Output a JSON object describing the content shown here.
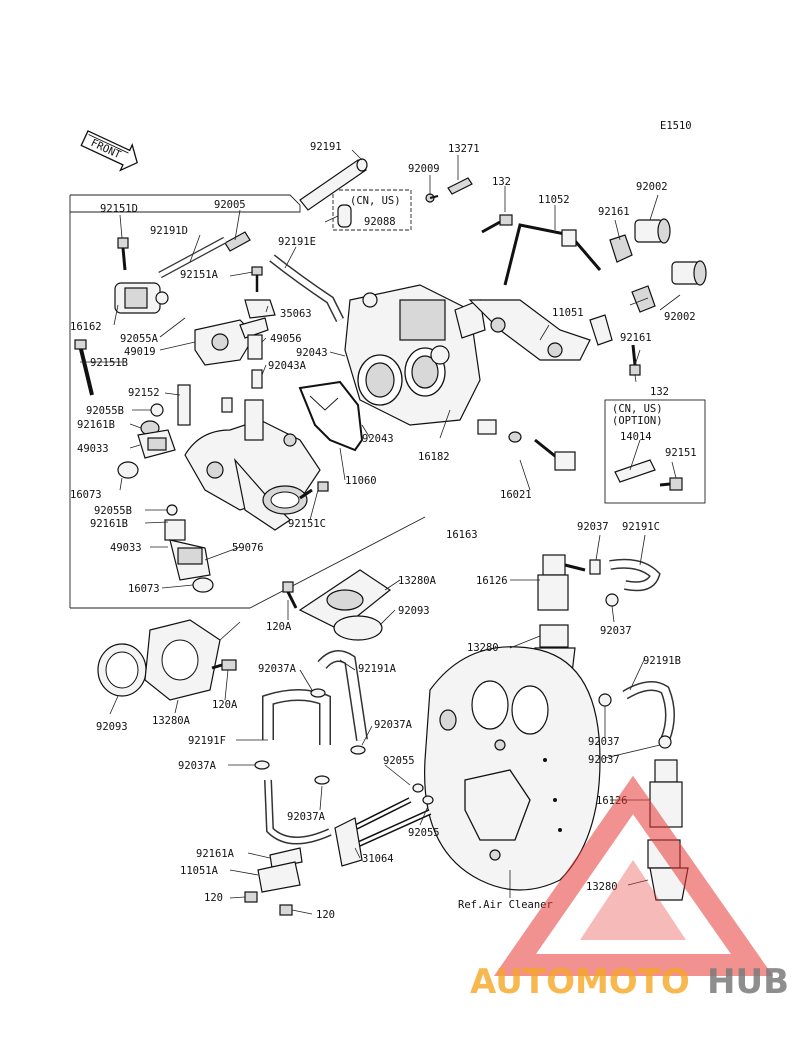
{
  "diagram_code": "E1510",
  "front_label": "FRONT",
  "note_cn_us": "(CN, US)",
  "note_option_line1": "(CN, US)",
  "note_option_line2": "(OPTION)",
  "ref_text": "Ref.Air Cleaner",
  "watermark": {
    "text_orange": "AUTOMOTO",
    "text_gray": "HUB",
    "color_orange": "#f5a623",
    "color_gray": "#7a7a7a",
    "color_red": "#e53935"
  },
  "parts": [
    "92191",
    "13271",
    "92009",
    "132",
    "11052",
    "92002",
    "92161",
    "92151D",
    "92005",
    "92088",
    "92191D",
    "92191E",
    "92151A",
    "35063",
    "16162",
    "92055A",
    "49019",
    "49056",
    "92151B",
    "92043",
    "92043A",
    "11051",
    "92002b",
    "92161b",
    "132b",
    "14014",
    "92151",
    "92152",
    "92055B",
    "92161B",
    "49033",
    "92043b",
    "16182",
    "11060",
    "16073",
    "16021",
    "92055B2",
    "92161B2",
    "92151C",
    "49033b",
    "59076",
    "16163",
    "92037",
    "92191C",
    "16073b",
    "13280A",
    "16126",
    "92093",
    "120A",
    "92037b",
    "13280",
    "92191B",
    "92093b",
    "13280Ab",
    "120Ab",
    "92037A",
    "92191A",
    "92037A2",
    "92191F",
    "92037c",
    "92037A3",
    "92055",
    "92037d",
    "92037A4",
    "92055b",
    "16126b",
    "92161A",
    "31064",
    "11051A",
    "13280b",
    "120",
    "120b"
  ],
  "labels": {
    "92191": "92191",
    "13271": "13271",
    "92009": "92009",
    "132": "132",
    "11052": "11052",
    "92002": "92002",
    "92161": "92161",
    "92151D": "92151D",
    "92005": "92005",
    "92088": "92088",
    "92191D": "92191D",
    "92191E": "92191E",
    "92151A": "92151A",
    "35063": "35063",
    "16162": "16162",
    "92055A": "92055A",
    "49019": "49019",
    "49056": "49056",
    "92151B": "92151B",
    "92043": "92043",
    "92043A": "92043A",
    "11051": "11051",
    "92002b": "92002",
    "92161b": "92161",
    "132b": "132",
    "14014": "14014",
    "92151": "92151",
    "92152": "92152",
    "92055B": "92055B",
    "92161B": "92161B",
    "49033": "49033",
    "92043b": "92043",
    "16182": "16182",
    "11060": "11060",
    "16073": "16073",
    "16021": "16021",
    "92055B2": "92055B",
    "92161B2": "92161B",
    "92151C": "92151C",
    "49033b": "49033",
    "59076": "59076",
    "16163": "16163",
    "92037": "92037",
    "92191C": "92191C",
    "16073b": "16073",
    "13280A": "13280A",
    "16126": "16126",
    "92093": "92093",
    "120A": "120A",
    "92037b": "92037",
    "13280": "13280",
    "92191B": "92191B",
    "92093b": "92093",
    "13280Ab": "13280A",
    "120Ab": "120A",
    "92037A": "92037A",
    "92191A": "92191A",
    "92037A2": "92037A",
    "92191F": "92191F",
    "92037c": "92037",
    "92037A3": "92037A",
    "92055": "92055",
    "92037d": "92037",
    "92037A4": "92037A",
    "92055b": "92055",
    "16126b": "16126",
    "92161A": "92161A",
    "31064": "31064",
    "11051A": "11051A",
    "13280b": "13280",
    "120": "120",
    "120b": "120"
  }
}
